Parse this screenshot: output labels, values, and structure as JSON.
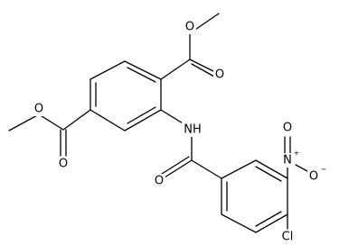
{
  "molecule": {
    "atoms": {
      "o_ester1_carbonyl": "O",
      "o_ester1_ether": "O",
      "o_ester2_carbonyl": "O",
      "o_ester2_ether": "O",
      "amide_n": "NH",
      "amide_o": "O",
      "nitro_n": "N",
      "nitro_n_charge": "+",
      "nitro_o_top": "O",
      "nitro_o_right": "O",
      "nitro_o_charge": "−",
      "chlorine": "Cl"
    }
  }
}
